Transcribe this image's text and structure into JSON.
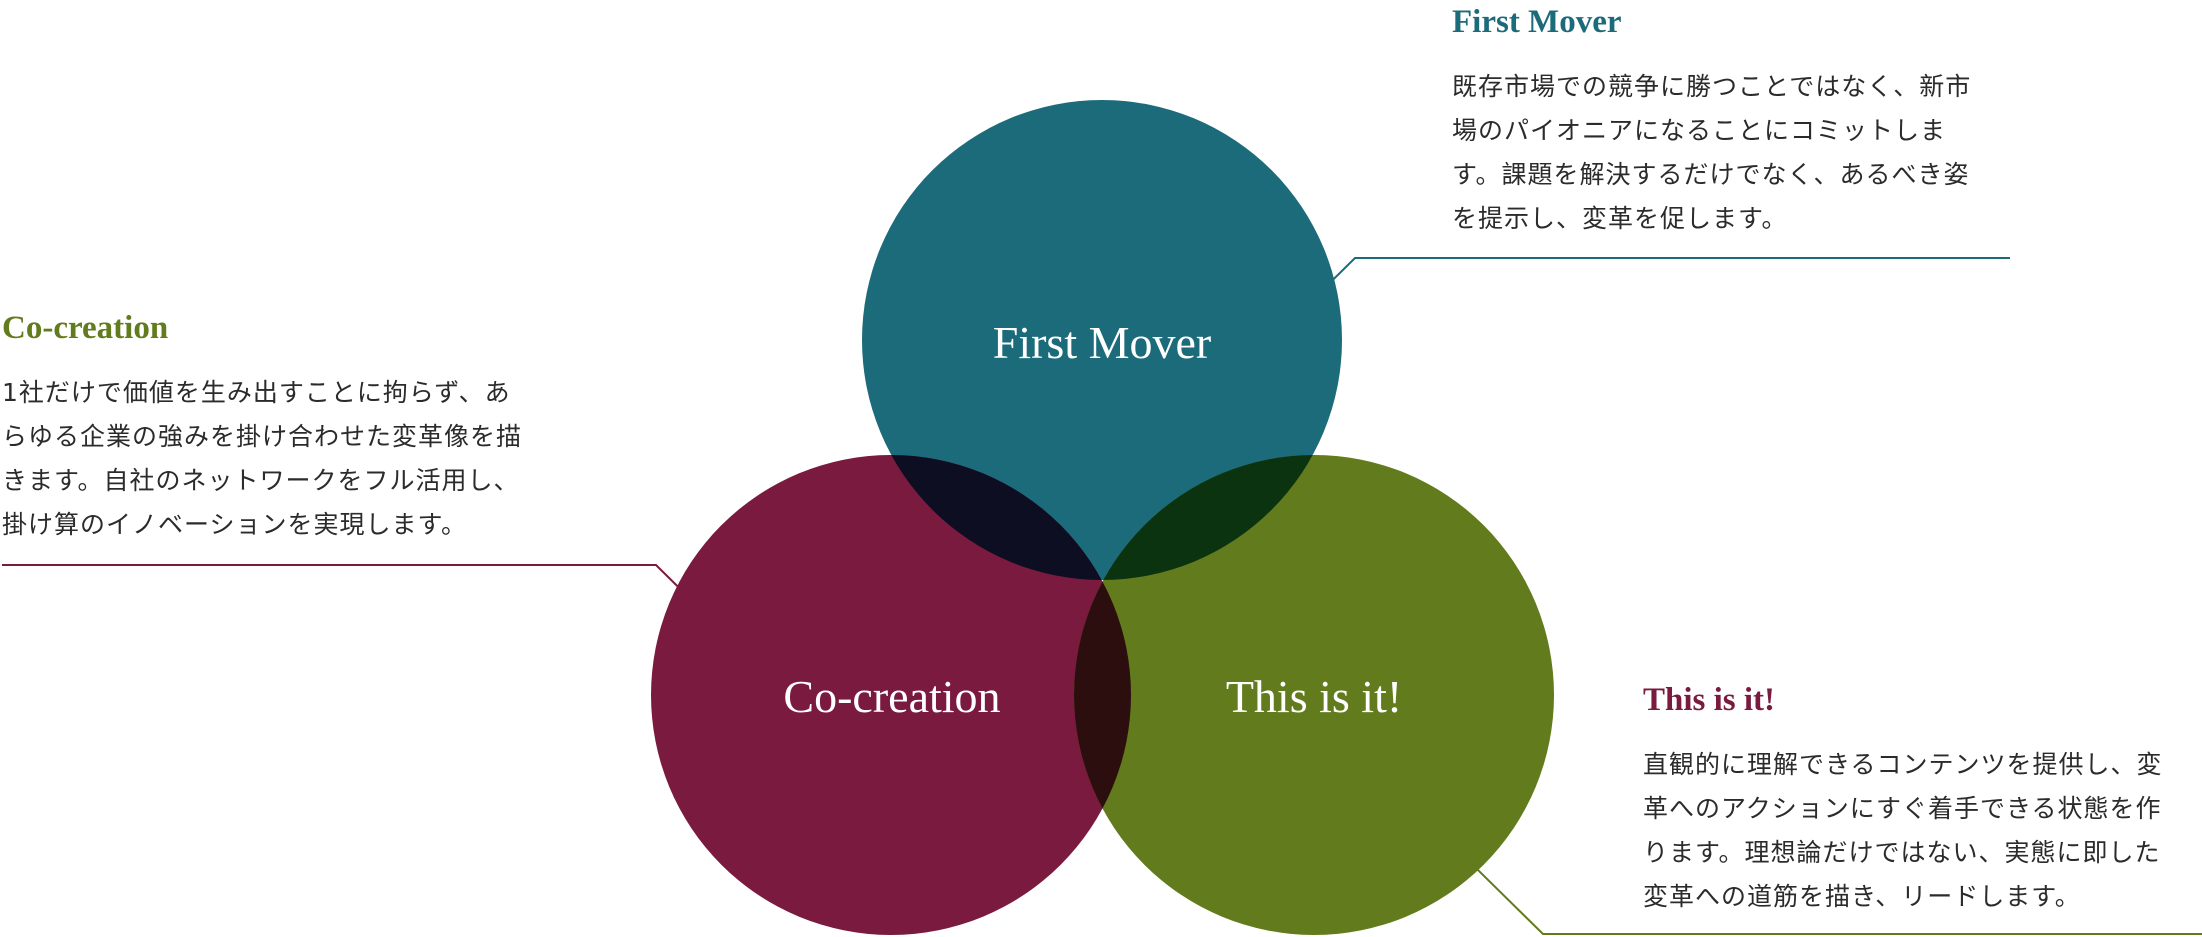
{
  "colors": {
    "first_mover": "#1c6b7a",
    "co_creation": "#7a1a3e",
    "this_is_it": "#627b1c",
    "overlap_top_left": "#0e0e23",
    "overlap_top_right": "#0c330f",
    "overlap_bottom": "#2d0e0e",
    "first_mover_title": "#1c6b7a",
    "co_creation_title": "#627b1c",
    "this_is_it_title": "#7a1a3e"
  },
  "circles": {
    "first_mover": "First Mover",
    "co_creation": "Co-creation",
    "this_is_it": "This is it!"
  },
  "callouts": {
    "first_mover": {
      "title": "First Mover",
      "lines": [
        "既存市場での競争に勝つことではなく、新市",
        "場のパイオニアになることにコミットしま",
        "す。課題を解決するだけでなく、あるべき姿",
        "を提示し、変革を促します。"
      ]
    },
    "co_creation": {
      "title": "Co-creation",
      "lines": [
        "1社だけで価値を生み出すことに拘らず、あ",
        "らゆる企業の強みを掛け合わせた変革像を描",
        "きます。自社のネットワークをフル活用し、",
        "掛け算のイノベーションを実現します。"
      ]
    },
    "this_is_it": {
      "title": "This is it!",
      "lines": [
        "直観的に理解できるコンテンツを提供し、変",
        "革へのアクションにすぐ着手できる状態を作",
        "ります。理想論だけではない、実態に即した",
        "変革への道筋を描き、リードします。"
      ]
    }
  }
}
